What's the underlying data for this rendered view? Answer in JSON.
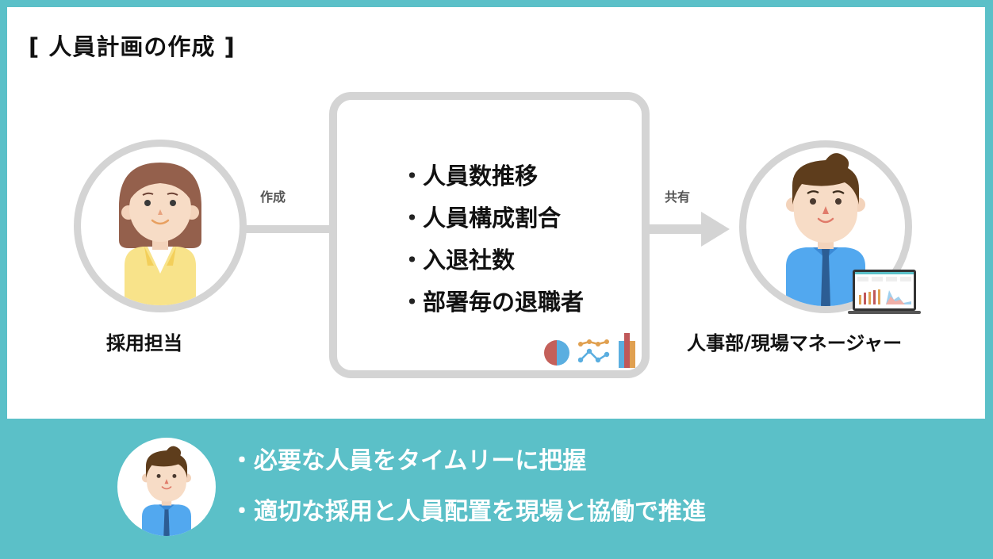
{
  "title": "[ 人員計画の作成 ]",
  "left_person": {
    "icon": "female-recruiter-avatar",
    "label": "採用担当"
  },
  "connector_left": {
    "label": "作成"
  },
  "center_box": {
    "items": [
      {
        "bullet": "・",
        "text": "人員数推移"
      },
      {
        "bullet": "・",
        "text": "人員構成割合"
      },
      {
        "bullet": "・",
        "text": "入退社数"
      },
      {
        "bullet": "・",
        "text": "部署毎の退職者"
      }
    ],
    "icons": [
      "pie-chart-icon",
      "line-chart-icon",
      "bar-chart-icon"
    ]
  },
  "connector_right": {
    "label": "共有"
  },
  "right_person": {
    "icon": "male-manager-with-laptop-avatar",
    "label": "人事部/現場マネージャー"
  },
  "bottom": {
    "avatar_icon": "male-manager-avatar",
    "points": [
      {
        "bullet": "・",
        "text": "必要な人員をタイムリーに把握"
      },
      {
        "bullet": "・",
        "text": "適切な採用と人員配置を現場と協働で推進"
      }
    ]
  },
  "colors": {
    "accent_teal": "#5bc0c8",
    "connector_gray": "#d4d4d4",
    "pie_red": "#c4605a",
    "pie_blue": "#5aaee0",
    "line_orange": "#e0a050",
    "line_blue": "#5aaee0",
    "bar_red": "#c0585a"
  }
}
